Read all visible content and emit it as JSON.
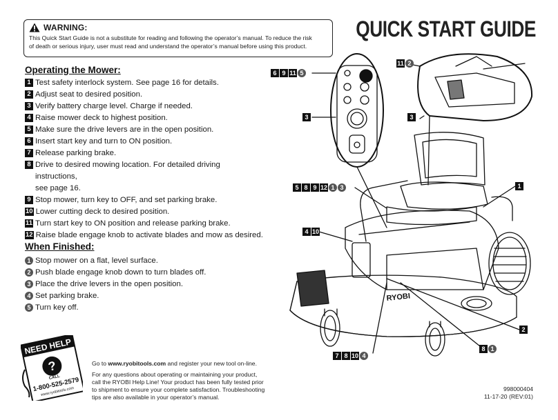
{
  "warning": {
    "label": "WARNING:",
    "line1": "This Quick Start Guide is not a substitute for reading and following the operator’s manual. To reduce the risk",
    "line2": "of death or serious injury, user must read and understand the operator’s manual before using this product."
  },
  "title": "QUICK START GUIDE",
  "operating": {
    "heading": "Operating the Mower:",
    "steps": [
      {
        "num": "1",
        "text": "Test safety interlock system. See page 16 for details."
      },
      {
        "num": "2",
        "text": "Adjust seat to desired position."
      },
      {
        "num": "3",
        "text": "Verify battery charge level. Charge if needed."
      },
      {
        "num": "4",
        "text": "Raise mower deck to highest position."
      },
      {
        "num": "5",
        "text": "Make sure the drive levers are in the open position."
      },
      {
        "num": "6",
        "text": "Insert start key and turn to ON position."
      },
      {
        "num": "7",
        "text": "Release parking brake."
      },
      {
        "num": "8",
        "text": "Drive to desired mowing location. For detailed driving instructions,",
        "text2": "see page 16."
      },
      {
        "num": "9",
        "text": "Stop mower, turn key to OFF, and set parking brake."
      },
      {
        "num": "10",
        "text": "Lower cutting deck to desired position."
      },
      {
        "num": "11",
        "text": "Turn start key to ON position and release parking brake."
      },
      {
        "num": "12",
        "text": "Raise blade engage knob to activate blades and mow as desired."
      }
    ]
  },
  "finished": {
    "heading": "When Finished:",
    "steps": [
      {
        "num": "1",
        "text": "Stop mower on a flat, level surface."
      },
      {
        "num": "2",
        "text": "Push blade engage knob down to turn blades off."
      },
      {
        "num": "3",
        "text": "Place the drive levers in the open position."
      },
      {
        "num": "4",
        "text": "Set parking brake."
      },
      {
        "num": "5",
        "text": "Turn key off."
      }
    ]
  },
  "callouts": {
    "a": {
      "boxes": [
        "6",
        "9",
        "11"
      ],
      "circles": [
        "5"
      ]
    },
    "b": {
      "boxes": [
        "11"
      ],
      "circles": [
        "2"
      ]
    },
    "c": {
      "boxes": [
        "3"
      ],
      "circles": []
    },
    "d": {
      "boxes": [
        "3"
      ],
      "circles": []
    },
    "e": {
      "boxes": [
        "5",
        "8",
        "9",
        "12"
      ],
      "circles": [
        "1",
        "3"
      ]
    },
    "f": {
      "boxes": [
        "1"
      ],
      "circles": []
    },
    "g": {
      "boxes": [
        "4",
        "10"
      ],
      "circles": []
    },
    "h": {
      "boxes": [
        "2"
      ],
      "circles": []
    },
    "i": {
      "boxes": [
        "7",
        "8",
        "10"
      ],
      "circles": [
        "4"
      ]
    },
    "j": {
      "boxes": [
        "8"
      ],
      "circles": [
        "1"
      ]
    }
  },
  "deck_brand": "RYOBI",
  "help": {
    "line1": "NEED HELP",
    "call": "CALL",
    "phone": "1-800-525-2579",
    "site": "www.ryobitools.com"
  },
  "footer": {
    "p1_pre": "Go to ",
    "p1_link": "www.ryobitools.com",
    "p1_post": " and register your new tool on-line.",
    "p2_l1": "For any questions about operating or maintaining your product,",
    "p2_l2": "call the RYOBI Help Line! Your product has been fully tested prior",
    "p2_l3": "to shipment to ensure your complete satisfaction. Troubleshooting",
    "p2_l4": "tips are also available in your operator’s manual."
  },
  "doc": {
    "number": "998000404",
    "date": "11-17-20 (REV:01)"
  }
}
